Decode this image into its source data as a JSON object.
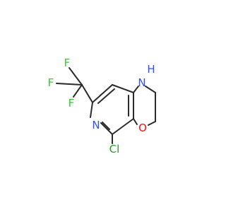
{
  "molecule": {
    "atoms": {
      "F1": {
        "text": "F",
        "color": "#33cc33"
      },
      "F2": {
        "text": "F",
        "color": "#33cc33"
      },
      "F3": {
        "text": "F",
        "color": "#33cc33"
      },
      "N_ring": {
        "text": "N",
        "color": "#3050f8"
      },
      "NH": {
        "text": "N",
        "color": "#3050f8"
      },
      "H": {
        "text": "H",
        "color": "#3050f8"
      },
      "O": {
        "text": "O",
        "color": "#ff0d0d"
      },
      "Cl": {
        "text": "Cl",
        "color": "#1fa01f"
      }
    },
    "bond_color": "#2b2b2b"
  }
}
